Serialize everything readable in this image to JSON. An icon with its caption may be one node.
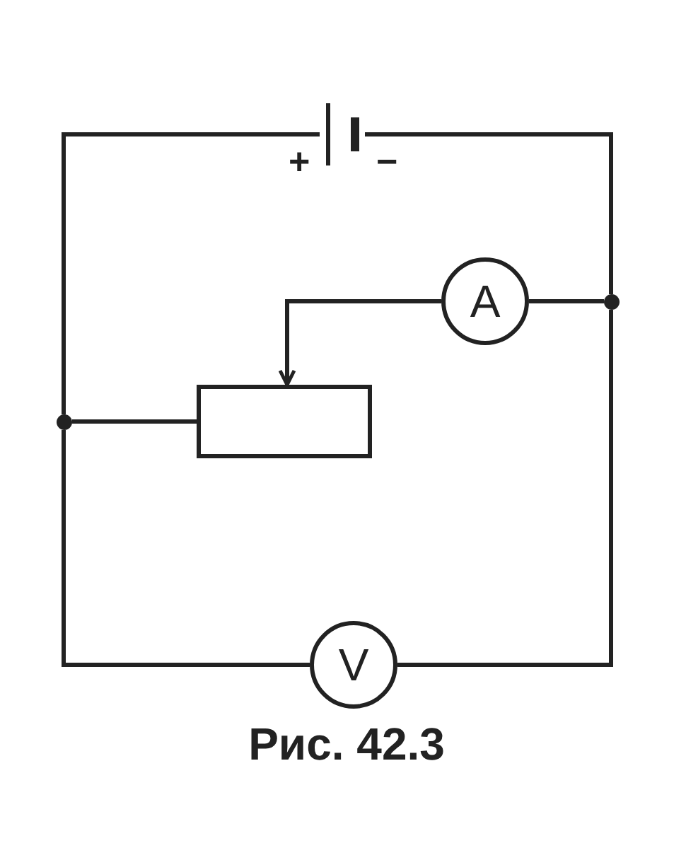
{
  "diagram": {
    "caption": "Рис. 42.3",
    "nodes": [
      {
        "text": [],
        "shape": "battery",
        "beside": [
          "+",
          "−"
        ]
      },
      {
        "text": [
          "A"
        ]
      },
      {
        "text": [],
        "shape": "box"
      },
      {
        "text": [
          "V"
        ]
      },
      {
        "text": [],
        "shape": "circle"
      },
      {
        "text": [],
        "shape": "circle"
      }
    ],
    "edges": [
      {
        "from": 0,
        "to": 4,
        "arrow": "none"
      },
      {
        "from": 0,
        "to": 5,
        "arrow": "none"
      },
      {
        "from": 1,
        "to": 4,
        "arrow": "none"
      },
      {
        "from": 1,
        "to": 2,
        "arrow": "to"
      },
      {
        "from": 5,
        "to": 2,
        "arrow": "none"
      },
      {
        "from": 5,
        "to": 3,
        "arrow": "none"
      },
      {
        "from": 3,
        "to": 4,
        "arrow": "none"
      }
    ]
  }
}
